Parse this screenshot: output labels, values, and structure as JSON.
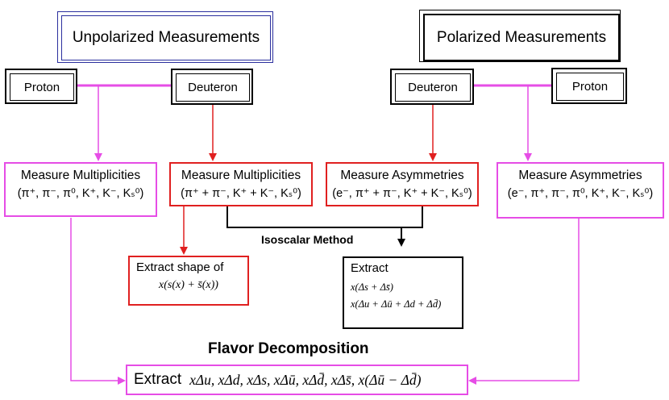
{
  "headers": {
    "unpolarized": "Unpolarized Measurements",
    "polarized": "Polarized Measurements"
  },
  "targets": {
    "proton_left": "Proton",
    "deuteron_left": "Deuteron",
    "deuteron_right": "Deuteron",
    "proton_right": "Proton"
  },
  "boxes": {
    "mult_proton": {
      "title": "Measure Multiplicities",
      "line2": "(π⁺, π⁻, π⁰, K⁺, K⁻, Kₛ⁰)"
    },
    "mult_deuteron": {
      "title": "Measure Multiplicities",
      "line2": "(π⁺ + π⁻, K⁺ + K⁻, Kₛ⁰)"
    },
    "asym_deuteron": {
      "title": "Measure Asymmetries",
      "line2": "(e⁻, π⁺ + π⁻, K⁺ + K⁻, Kₛ⁰)"
    },
    "asym_proton": {
      "title": "Measure Asymmetries",
      "line2": "(e⁻, π⁺, π⁻, π⁰, K⁺, K⁻, Kₛ⁰)"
    }
  },
  "isoscalar_label": "Isoscalar Method",
  "extract_shape": {
    "title": "Extract shape of",
    "formula": "x(s(x) + s̄(x))"
  },
  "extract_mid": {
    "title": "Extract",
    "formula1": "x(Δs + Δs̄)",
    "formula2": "x(Δu + Δū + Δd + Δd̄)"
  },
  "flavor_title": "Flavor Decomposition",
  "extract_final": {
    "label": "Extract",
    "formula": "xΔu, xΔd, xΔs, xΔū, xΔd̄, xΔs̄, x(Δū − Δd̄)"
  },
  "colors": {
    "magenta": "#e64de6",
    "red": "#e02020",
    "black": "#000000",
    "blue": "#2b2f9e"
  }
}
